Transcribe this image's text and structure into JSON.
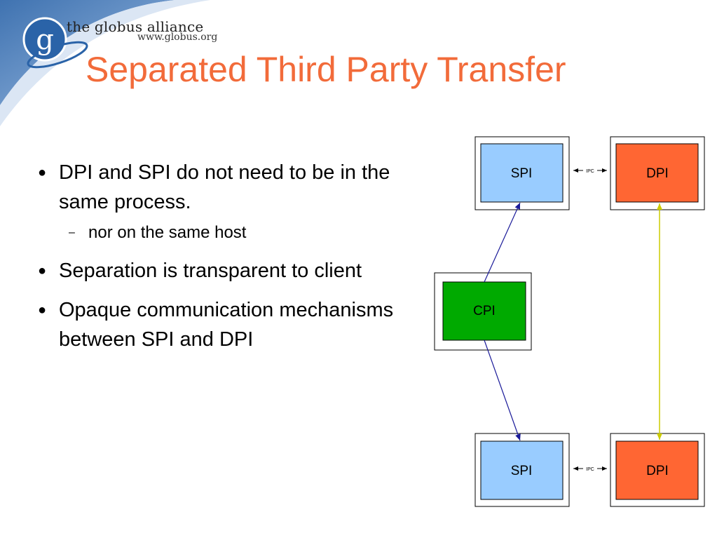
{
  "logo": {
    "name": "the globus alliance",
    "url": "www.globus.org",
    "letter": "g"
  },
  "title": "Separated Third Party Transfer",
  "bullets": [
    {
      "text": "DPI and SPI do not need to be in the same process.",
      "sub": "nor on the same host"
    },
    {
      "text": "Separation is transparent to client"
    },
    {
      "text": "Opaque communication mechanisms between SPI and DPI"
    }
  ],
  "bullet_marks": {
    "main": "●",
    "sub": "–"
  },
  "diagram": {
    "top_spi": "SPI",
    "top_dpi": "DPI",
    "top_ipc": "IPC",
    "cpi": "CPI",
    "bottom_spi": "SPI",
    "bottom_dpi": "DPI",
    "bottom_ipc": "IPC"
  },
  "colors": {
    "title": "#f26b3a",
    "spi": "#99ccff",
    "dpi": "#ff6633",
    "cpi": "#00aa00",
    "control_line": "#1a1a99",
    "data_line": "#cccc00",
    "logo_blue": "#2a63a8"
  }
}
